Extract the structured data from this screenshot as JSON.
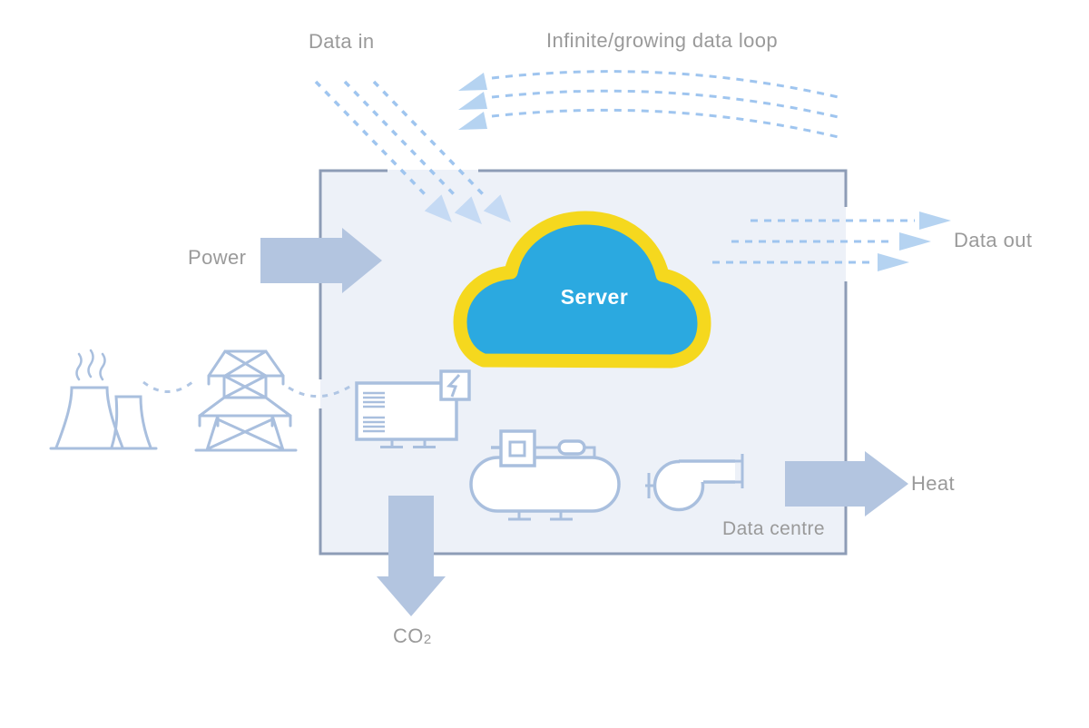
{
  "labels": {
    "data_in": "Data in",
    "data_loop": "Infinite/growing data loop",
    "power": "Power",
    "data_out": "Data out",
    "heat": "Heat",
    "co2_base": "CO",
    "co2_sub": "2",
    "server": "Server",
    "data_centre": "Data centre"
  },
  "colors": {
    "box_fill": "#edf1f8",
    "box_border": "#8d9cb6",
    "arrow_fill": "#b3c5e0",
    "dash_blue": "#9fc5ef",
    "head_light": "#c5daf4",
    "head_mid": "#b5d3f1",
    "icon_stroke": "#a9bfde",
    "power_dash": "#b0c6e4",
    "cloud_blue": "#2ba9e0",
    "cloud_yellow": "#f5d81e",
    "label_grey": "#9a9a9a",
    "server_text": "#ffffff"
  },
  "icons": {
    "power_station": "power-station-icon",
    "pylon": "electricity-pylon-icon",
    "server_cabinet": "server-cabinet-icon",
    "lightning": "lightning-bolt-icon",
    "tank": "cooling-tank-icon",
    "fan": "fan-pump-icon",
    "cloud": "cloud-server-icon"
  },
  "flows": [
    {
      "label": "Power",
      "direction": "into data centre"
    },
    {
      "label": "Data in",
      "direction": "into server cloud"
    },
    {
      "label": "Data out",
      "direction": "out of data centre"
    },
    {
      "label": "Infinite/growing data loop",
      "direction": "data out loops back to data in"
    },
    {
      "label": "Heat",
      "direction": "out of data centre"
    },
    {
      "label": "CO2",
      "direction": "down out of data centre"
    }
  ]
}
